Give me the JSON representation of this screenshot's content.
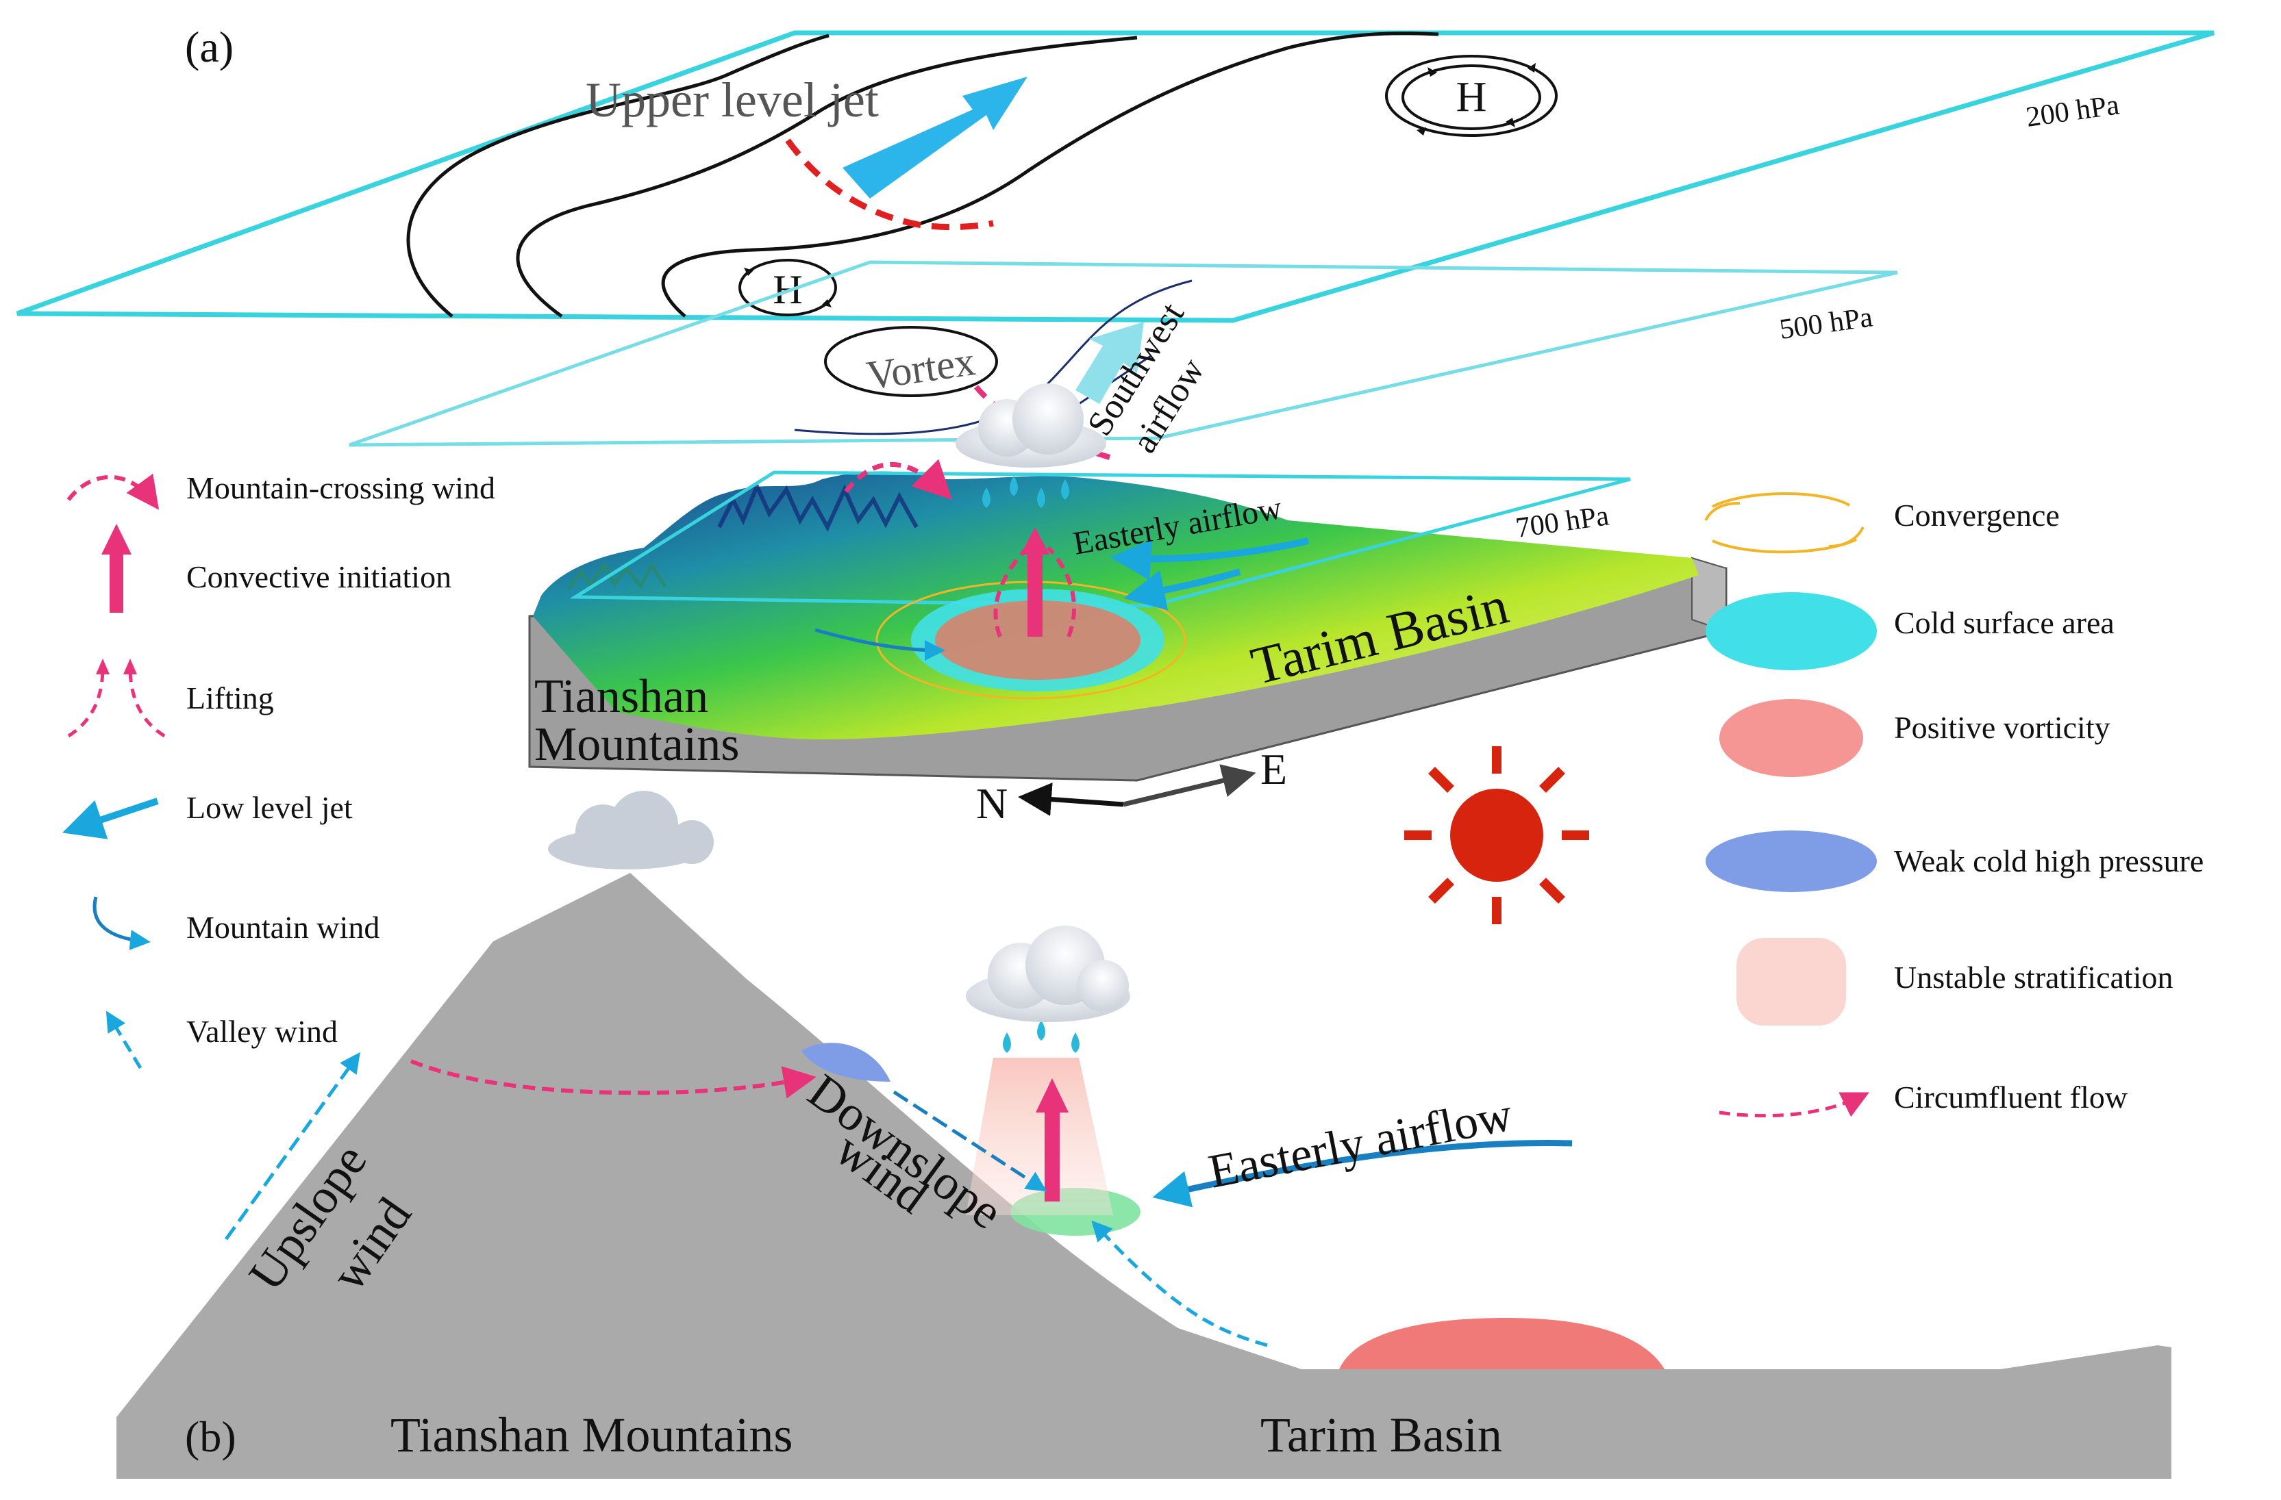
{
  "panels": {
    "a_label": "(a)",
    "b_label": "(b)"
  },
  "levels": {
    "l200": "200 hPa",
    "l500": "500 hPa",
    "l700": "700 hPa"
  },
  "upper": {
    "jet_label": "Upper level jet",
    "high_label": "H"
  },
  "mid": {
    "vortex_label": "Vortex",
    "southwest_label": "Southwest",
    "airflow_label": "airflow"
  },
  "terrain": {
    "easterly_label": "Easterly airflow",
    "basin_label": "Tarim Basin",
    "mountains_line1": "Tianshan",
    "mountains_line2": "Mountains",
    "compass_n": "N",
    "compass_e": "E"
  },
  "profile": {
    "upslope_line1": "Upslope",
    "upslope_line2": "wind",
    "downslope_line1": "Downslope",
    "downslope_line2": "wind",
    "easterly_label": "Easterly airflow",
    "mountains_label": "Tianshan Mountains",
    "basin_label": "Tarim Basin"
  },
  "legend_left": [
    {
      "label": "Mountain-crossing wind"
    },
    {
      "label": "Convective initiation"
    },
    {
      "label": "Lifting"
    },
    {
      "label": "Low level jet"
    },
    {
      "label": "Mountain wind"
    },
    {
      "label": "Valley wind"
    }
  ],
  "legend_right": [
    {
      "label": "Convergence"
    },
    {
      "label": "Cold surface area"
    },
    {
      "label": "Positive vorticity"
    },
    {
      "label": "Weak cold high pressure"
    },
    {
      "label": "Unstable stratification"
    },
    {
      "label": "Circumfluent flow"
    }
  ],
  "colors": {
    "plane": "#39d3e0",
    "jet_arrow": "#2bb5ea",
    "crossing_wind": "#e8337a",
    "low_level_jet": "#1aa7de",
    "cold_surface": "#41e0e8",
    "positive_vorticity": "#f59694",
    "weak_cold_high": "#7f9ce6",
    "unstable": "#fbd5cf",
    "sun": "#d7240f",
    "terrain_gray": "#aaaaaa"
  }
}
